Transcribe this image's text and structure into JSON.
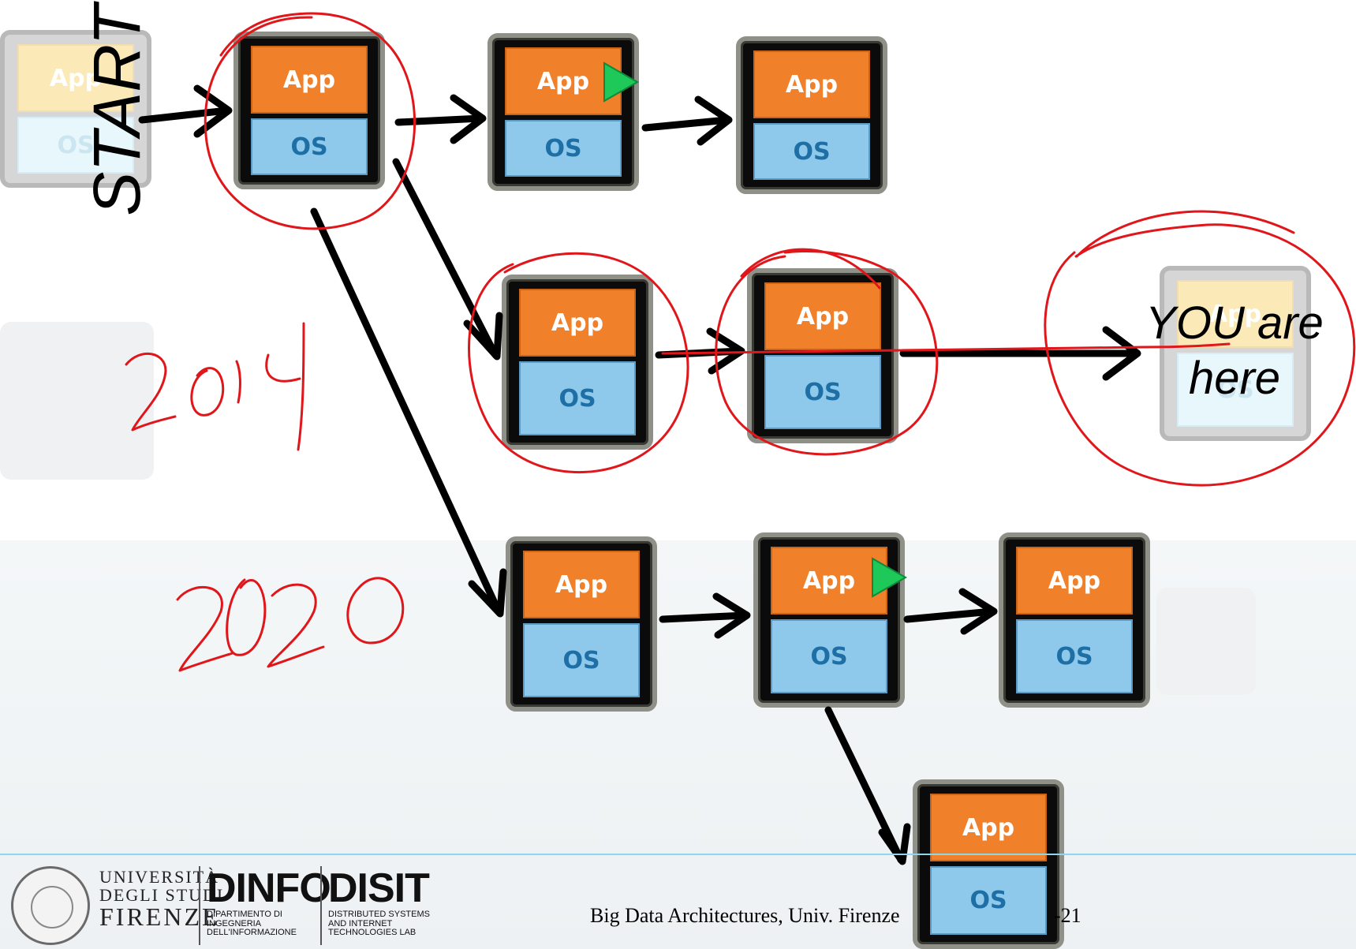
{
  "diagram": {
    "start_label": "START",
    "you_are_here_lines": [
      "YOU are",
      "here"
    ],
    "stack_app_label": "App",
    "stack_os_label": "OS",
    "annotations": {
      "year_1": "2014",
      "year_2": "2020"
    }
  },
  "footer": {
    "university": [
      "UNIVERSITÀ",
      "DEGLI STUDI",
      "FIRENZE"
    ],
    "dinfo_title": "DINFO",
    "dinfo_subtitle": [
      "DIPARTIMENTO DI",
      "INGEGNERIA",
      "DELL'INFORMAZIONE"
    ],
    "disit_title": "DISIT",
    "disit_subtitle": [
      "DISTRIBUTED SYSTEMS",
      "AND INTERNET",
      "TECHNOLOGIES LAB"
    ],
    "course_text": "Big Data Architectures, Univ. Firenze",
    "year_fragment": "-21"
  },
  "colors": {
    "app": "#f0812a",
    "os": "#8ec8ea",
    "annotation": "#e0161a",
    "play_marker": "#1ec95a",
    "footer_line": "#8fd6ec"
  }
}
